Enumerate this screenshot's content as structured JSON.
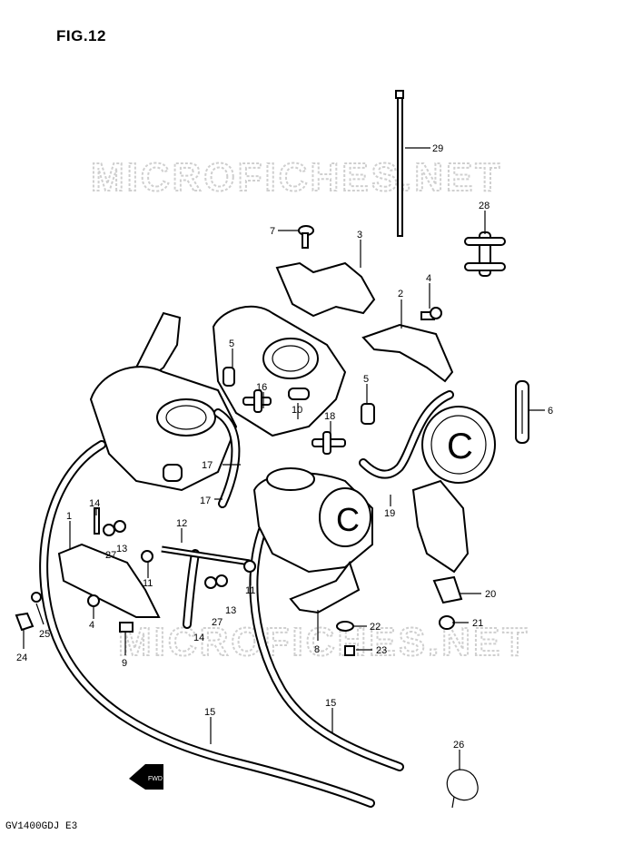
{
  "figure": {
    "title": "FIG.12",
    "model_code": "GV1400GDJ E3",
    "watermark": "MICROFICHES.NET",
    "fwd_label": "FWD"
  },
  "callouts": [
    {
      "id": "c29",
      "label": "29"
    },
    {
      "id": "c28",
      "label": "28"
    },
    {
      "id": "c7",
      "label": "7"
    },
    {
      "id": "c3",
      "label": "3"
    },
    {
      "id": "c4a",
      "label": "4"
    },
    {
      "id": "c2",
      "label": "2"
    },
    {
      "id": "c5a",
      "label": "5"
    },
    {
      "id": "c5b",
      "label": "5"
    },
    {
      "id": "c16",
      "label": "16"
    },
    {
      "id": "c10",
      "label": "10"
    },
    {
      "id": "c18",
      "label": "18"
    },
    {
      "id": "c6",
      "label": "6"
    },
    {
      "id": "c17a",
      "label": "17"
    },
    {
      "id": "c17b",
      "label": "17"
    },
    {
      "id": "c14a",
      "label": "14"
    },
    {
      "id": "c1",
      "label": "1"
    },
    {
      "id": "c27a",
      "label": "27"
    },
    {
      "id": "c13a",
      "label": "13"
    },
    {
      "id": "c12",
      "label": "12"
    },
    {
      "id": "c19",
      "label": "19"
    },
    {
      "id": "c11a",
      "label": "11"
    },
    {
      "id": "c11b",
      "label": "11"
    },
    {
      "id": "c13b",
      "label": "13"
    },
    {
      "id": "c27b",
      "label": "27"
    },
    {
      "id": "c14b",
      "label": "14"
    },
    {
      "id": "c20",
      "label": "20"
    },
    {
      "id": "c22",
      "label": "22"
    },
    {
      "id": "c21",
      "label": "21"
    },
    {
      "id": "c8",
      "label": "8"
    },
    {
      "id": "c23",
      "label": "23"
    },
    {
      "id": "c25",
      "label": "25"
    },
    {
      "id": "c4b",
      "label": "4"
    },
    {
      "id": "c9",
      "label": "9"
    },
    {
      "id": "c24",
      "label": "24"
    },
    {
      "id": "c15a",
      "label": "15"
    },
    {
      "id": "c15b",
      "label": "15"
    },
    {
      "id": "c26",
      "label": "26"
    }
  ]
}
